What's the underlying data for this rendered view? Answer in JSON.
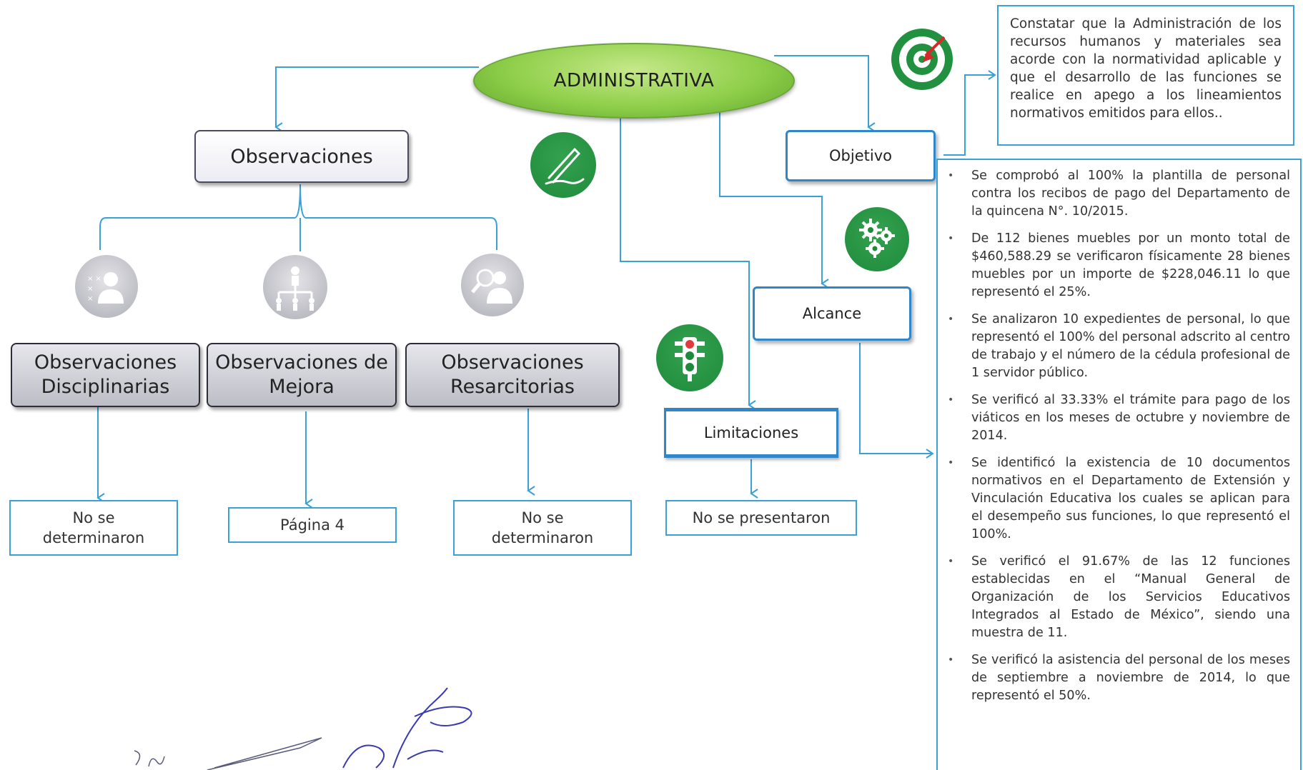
{
  "center": {
    "label": "ADMINISTRATIVA"
  },
  "observaciones": {
    "label": "Observaciones",
    "types": [
      {
        "label": "Observaciones Disciplinarias",
        "result": "No se determinaron"
      },
      {
        "label": "Observaciones de Mejora",
        "result": "Página 4"
      },
      {
        "label": "Observaciones Resarcitorias",
        "result": "No se determinaron"
      }
    ]
  },
  "objetivo": {
    "label": "Objetivo",
    "text": "Constatar que la Administración de los recursos humanos y materiales sea acorde con la normatividad aplicable y que el desarrollo de las funciones se realice en apego a los lineamientos normativos emitidos para ellos.."
  },
  "alcance": {
    "label": "Alcance",
    "items": [
      "Se comprobó al 100% la plantilla de personal contra los recibos de pago del Departamento de la quincena N°. 10/2015.",
      "De 112 bienes muebles por un monto total de $460,588.29 se verificaron físicamente 28 bienes muebles por un importe de $228,046.11 lo que representó el 25%.",
      "Se analizaron 10 expedientes de personal, lo que representó el 100% del personal adscrito al centro de trabajo y el número de la cédula profesional de 1 servidor público.",
      "Se verificó al 33.33% el trámite para pago de los viáticos en los meses de octubre y noviembre de 2014.",
      "Se identificó la existencia de 10 documentos normativos en el Departamento de Extensión y Vinculación Educativa los cuales se aplican para el desempeño sus funciones, lo que representó el 100%.",
      "Se verificó el 91.67% de las 12 funciones establecidas en el “Manual General de Organización de los Servicios Educativos Integrados al Estado de México”, siendo una muestra de 11.",
      "Se verificó la asistencia del personal de los meses de septiembre a noviembre de 2014, lo que representó el 50%."
    ]
  },
  "limitaciones": {
    "label": "Limitaciones",
    "result": "No se presentaron"
  },
  "icons": {
    "target": "target-icon",
    "pen": "pen-writing-icon",
    "gears": "gears-icon",
    "traffic_light": "traffic-light-icon",
    "disciplinary": "person-list-icon",
    "improvement": "org-chart-icon",
    "compensatory": "magnifier-person-icon",
    "signature": "handwritten-signature"
  },
  "colors": {
    "connector": "#3aa0d6",
    "ellipse": "#8fcf4a",
    "icon_green": "#1f8a3c",
    "box_border": "#2f86c8"
  }
}
